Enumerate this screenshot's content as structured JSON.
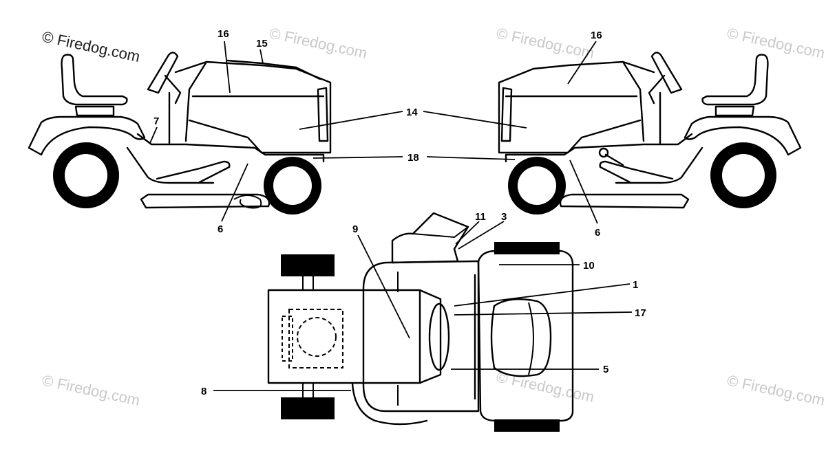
{
  "watermark": {
    "text": "© Firedog.com"
  },
  "callouts": {
    "left_view": {
      "c16": "16",
      "c15": "15",
      "c7": "7",
      "c6": "6"
    },
    "shared": {
      "c14": "14",
      "c18": "18"
    },
    "right_view": {
      "c16": "16",
      "c6": "6"
    },
    "top_view": {
      "c9": "9",
      "c11": "11",
      "c3": "3",
      "c10": "10",
      "c1": "1",
      "c17": "17",
      "c5": "5",
      "c8": "8"
    }
  }
}
